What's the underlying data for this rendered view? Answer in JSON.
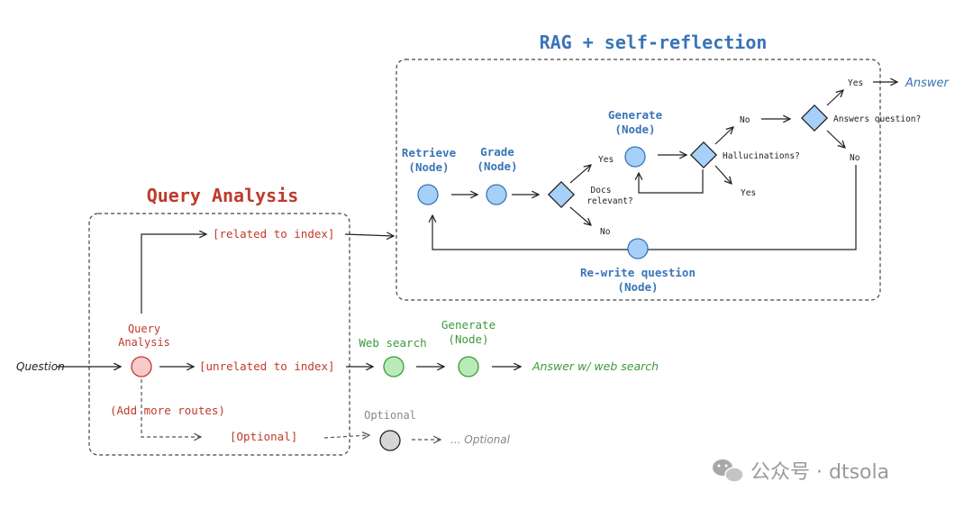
{
  "titles": {
    "rag": "RAG + self-reflection",
    "query_analysis": "Query Analysis"
  },
  "nodes": {
    "retrieve": [
      "Retrieve",
      "(Node)"
    ],
    "grade": [
      "Grade",
      "(Node)"
    ],
    "generate_rag": [
      "Generate",
      "(Node)"
    ],
    "rewrite": [
      "Re-write question",
      "(Node)"
    ],
    "query_analysis": [
      "Query",
      "Analysis"
    ],
    "web_search": "Web search",
    "generate_web": [
      "Generate",
      "(Node)"
    ],
    "optional": "Optional"
  },
  "decisions": {
    "docs_relevant": [
      "Docs",
      "relevant?"
    ],
    "hallucinations": "Hallucinations?",
    "answers_question": "Answers question?"
  },
  "edge_labels": {
    "yes_docs": "Yes",
    "no_docs": "No",
    "yes_hall": "Yes",
    "no_hall": "No",
    "yes_ans": "Yes",
    "no_ans": "No"
  },
  "routes": {
    "related": "[related to index]",
    "unrelated": "[unrelated to index]",
    "add_more": "(Add more routes)",
    "optional": "[Optional]"
  },
  "endpoints": {
    "question": "Question",
    "answer": "Answer",
    "answer_web": "Answer w/ web search",
    "optional_end": "... Optional"
  },
  "watermark": "公众号 · dtsola",
  "colors": {
    "blue": "#3a74b8",
    "blue_fill": "#a6d0f7",
    "red": "#c0392b",
    "red_fill": "#f8c9c9",
    "green": "#3c9a3c",
    "green_fill": "#b8ebb8",
    "gray": "#888888",
    "gray_fill": "#d6d6d6"
  }
}
